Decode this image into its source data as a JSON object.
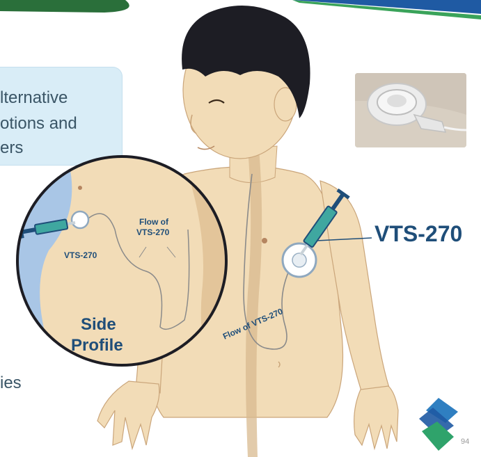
{
  "callout": {
    "line1": "lternative",
    "line2": "otions and",
    "line3": "ers"
  },
  "fragment_bottom_left": "ies",
  "labels": {
    "vts_main": "VTS-270",
    "vts_inset": "VTS-270",
    "flow_inset_line1": "Flow of",
    "flow_inset_line2": "VTS-270",
    "flow_body": "Flow of VTS-270",
    "side_profile_line1": "Side",
    "side_profile_line2": "Profile"
  },
  "page_number": "94",
  "colors": {
    "skin": "#f2dcb7",
    "skin_shadow": "#e3c59a",
    "hair": "#1d1d24",
    "label_blue": "#1f4e79",
    "callout_bg": "#d9edf7",
    "inset_bg": "#a9c6e6",
    "logo_blue": "#2f7fc1",
    "logo_green": "#2fa36b"
  },
  "icons": {
    "device_photo": "intrathecal-port-photo-icon",
    "logo": "company-logo-icon"
  }
}
